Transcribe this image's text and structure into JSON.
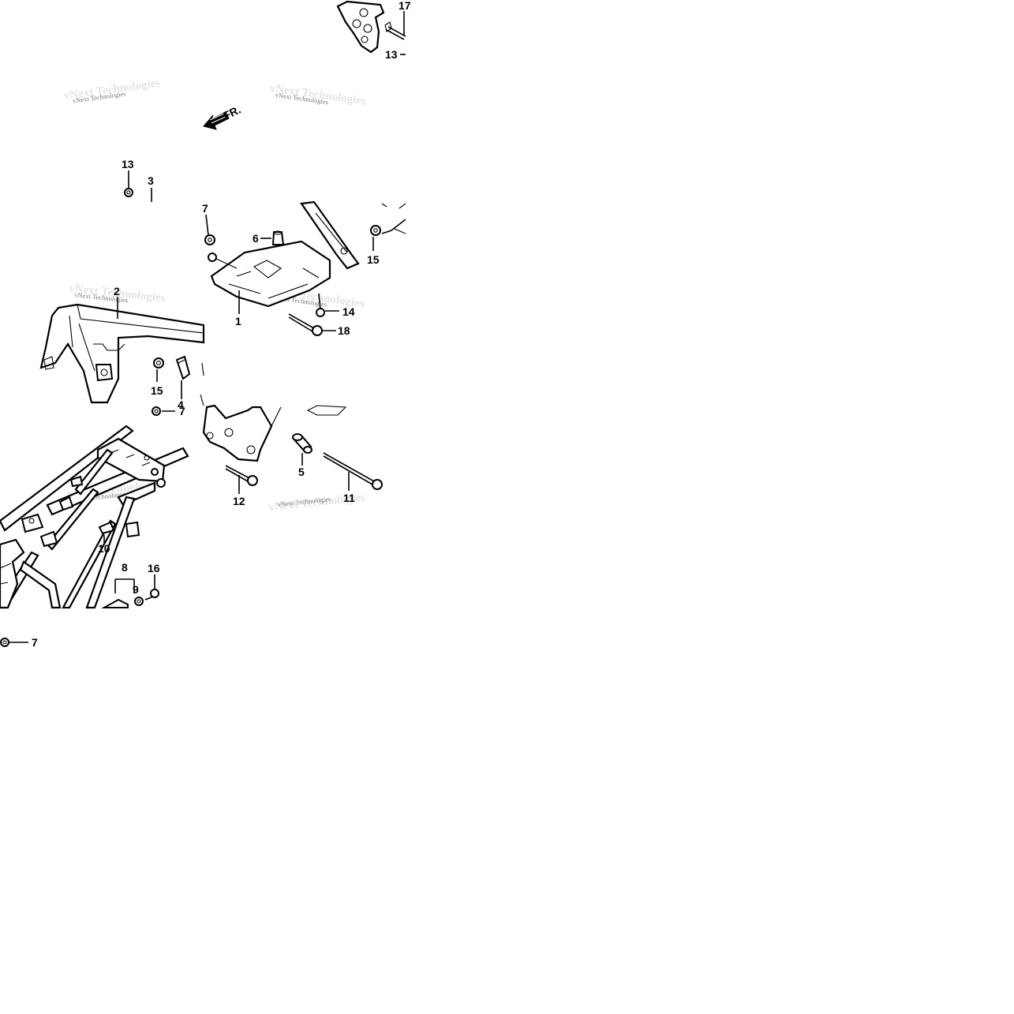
{
  "diagram": {
    "direction_label": "FR.",
    "watermark": "vNext Technologies",
    "callouts": {
      "c1": "1",
      "c2": "2",
      "c3": "3",
      "c4": "4",
      "c5": "5",
      "c6": "6",
      "c7a": "7",
      "c7b": "7",
      "c7c": "7",
      "c8": "8",
      "c9": "9",
      "c10": "10",
      "c11": "11",
      "c12": "12",
      "c13a": "13",
      "c13b": "13",
      "c14": "14",
      "c15a": "15",
      "c15b": "15",
      "c16": "16",
      "c17": "17",
      "c18": "18"
    }
  }
}
